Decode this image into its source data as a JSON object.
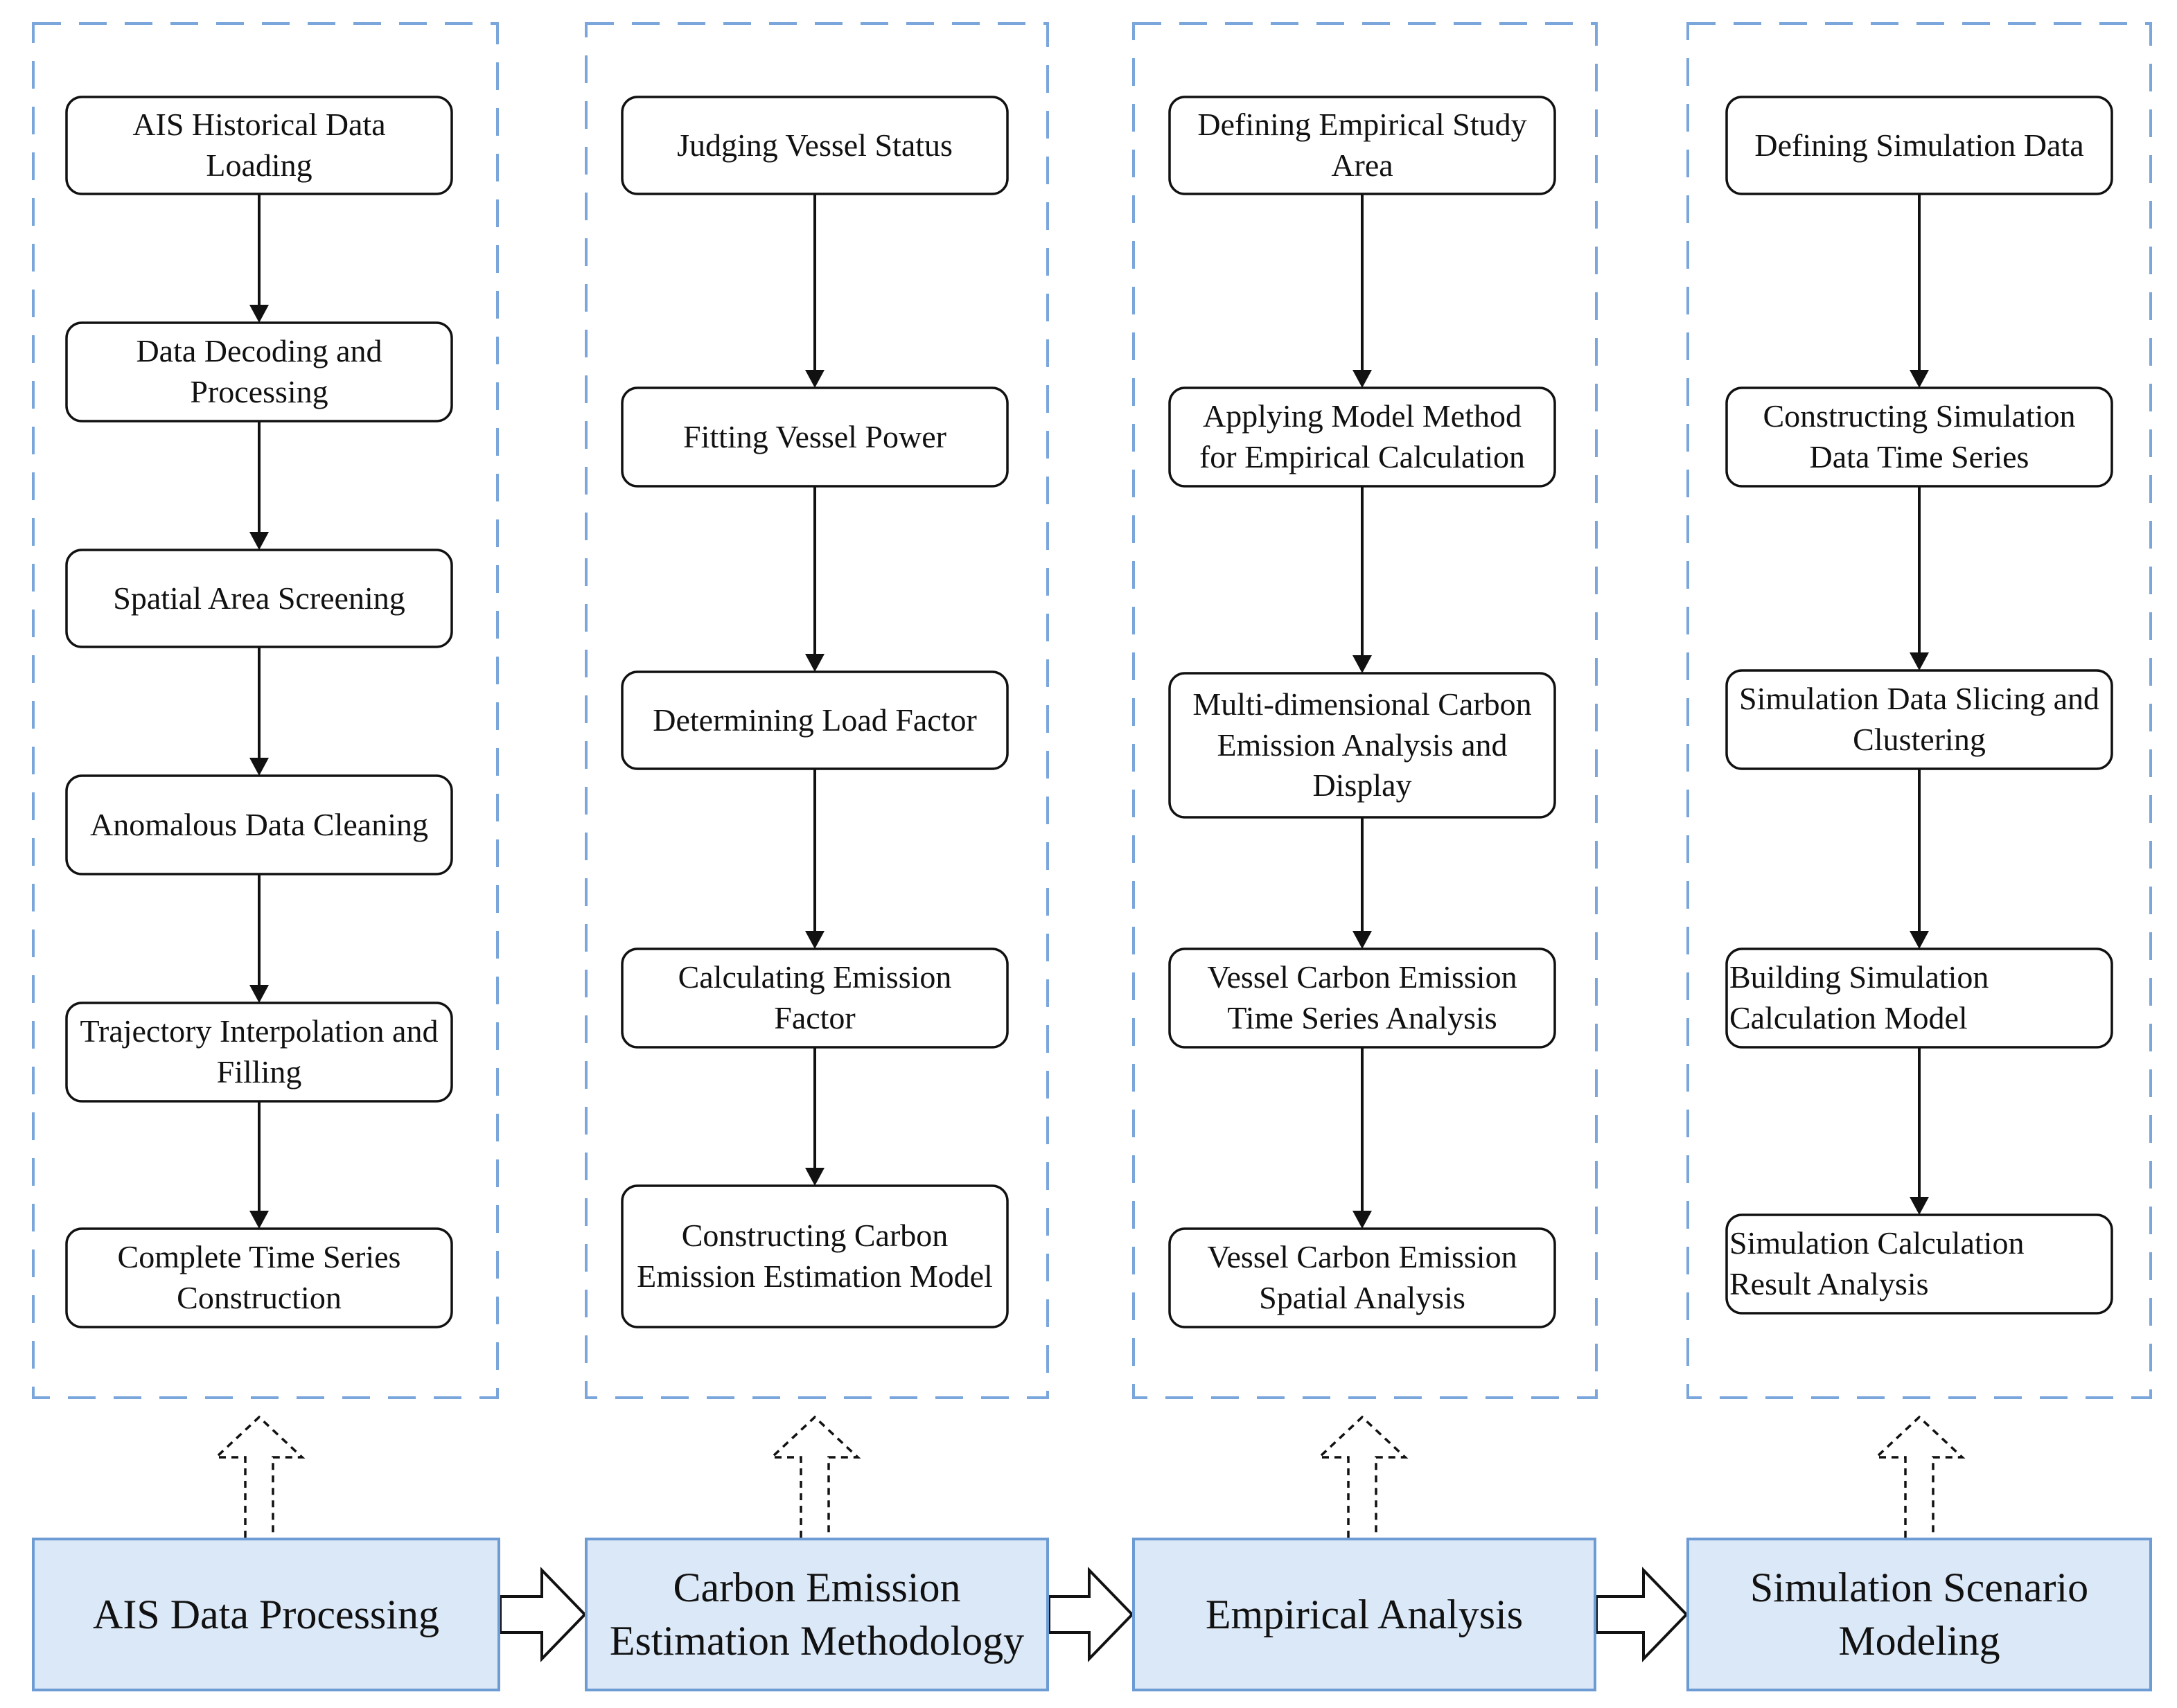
{
  "colors": {
    "dashed_border": "#7aa6db",
    "phase_fill": "#dbe8f7",
    "phase_border": "#6d9bd3",
    "step_border": "#111111",
    "arrow": "#111111"
  },
  "columns": [
    {
      "phase": {
        "line1": "AIS Data Processing",
        "line2": ""
      },
      "steps": [
        {
          "line1": "AIS Historical Data",
          "line2": "Loading"
        },
        {
          "line1": "Data Decoding and",
          "line2": "Processing"
        },
        {
          "line1": "Spatial Area Screening",
          "line2": ""
        },
        {
          "line1": "Anomalous Data Cleaning",
          "line2": ""
        },
        {
          "line1": "Trajectory Interpolation and",
          "line2": "Filling"
        },
        {
          "line1": "Complete Time Series",
          "line2": "Construction"
        }
      ]
    },
    {
      "phase": {
        "line1": "Carbon Emission",
        "line2": "Estimation Methodology"
      },
      "steps": [
        {
          "line1": "Judging Vessel Status",
          "line2": ""
        },
        {
          "line1": "Fitting Vessel Power",
          "line2": ""
        },
        {
          "line1": "Determining Load Factor",
          "line2": ""
        },
        {
          "line1": "Calculating Emission",
          "line2": "Factor"
        },
        {
          "line1": "Constructing Carbon",
          "line2": "Emission Estimation Model"
        }
      ]
    },
    {
      "phase": {
        "line1": "Empirical Analysis",
        "line2": ""
      },
      "steps": [
        {
          "line1": "Defining Empirical Study",
          "line2": "Area"
        },
        {
          "line1": "Applying Model Method",
          "line2": "for Empirical Calculation"
        },
        {
          "line1": "Multi-dimensional Carbon",
          "line2": "Emission Analysis and",
          "line3": "Display"
        },
        {
          "line1": "Vessel Carbon Emission",
          "line2": "Time Series Analysis"
        },
        {
          "line1": "Vessel Carbon Emission",
          "line2": "Spatial Analysis"
        }
      ]
    },
    {
      "phase": {
        "line1": "Simulation Scenario",
        "line2": "Modeling"
      },
      "steps": [
        {
          "line1": "Defining Simulation Data",
          "line2": ""
        },
        {
          "line1": "Constructing Simulation",
          "line2": "Data Time Series"
        },
        {
          "line1": "Simulation Data Slicing and",
          "line2": "Clustering"
        },
        {
          "line1": "Building Simulation",
          "line2": "Calculation Model"
        },
        {
          "line1": "Simulation Calculation",
          "line2": "Result Analysis"
        }
      ]
    }
  ]
}
